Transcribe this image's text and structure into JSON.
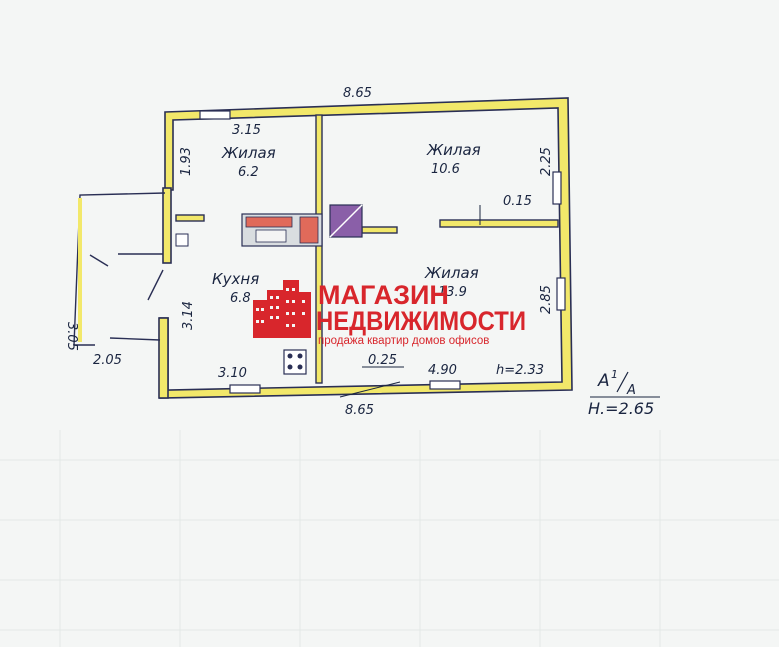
{
  "dimensions": {
    "top_total": "8.65",
    "bottom_total": "8.65",
    "top_left_room": "3.15",
    "left_upper": "1.93",
    "right_upper": "2.25",
    "partition": "0.15",
    "right_lower": "2.85",
    "left_lower": "3.14",
    "bottom_left": "3.10",
    "bottom_mid_wall": "0.25",
    "bottom_right": "4.90",
    "ceiling_height": "h=2.33",
    "porch_side": "3.05",
    "porch_bottom": "2.05"
  },
  "rooms": [
    {
      "label": "Жилая",
      "area": "6.2"
    },
    {
      "label": "Жилая",
      "area": "10.6"
    },
    {
      "label": "Кухня",
      "area": "6.8"
    },
    {
      "label": "Жилая",
      "area": "13.9"
    }
  ],
  "legend": {
    "code_main": "А",
    "code_sup": "1",
    "code_sub": "А",
    "height": "Н.=2.65"
  },
  "watermark": {
    "line1": "МАГАЗИН",
    "line2": "НЕДВИЖИМОСТИ",
    "tagline": "продажа квартир домов офисов",
    "brand_color": "#d8262c"
  },
  "colors": {
    "wall": "#f2e86a",
    "wall_edge": "#2a2f55",
    "ink": "#1a2540"
  }
}
